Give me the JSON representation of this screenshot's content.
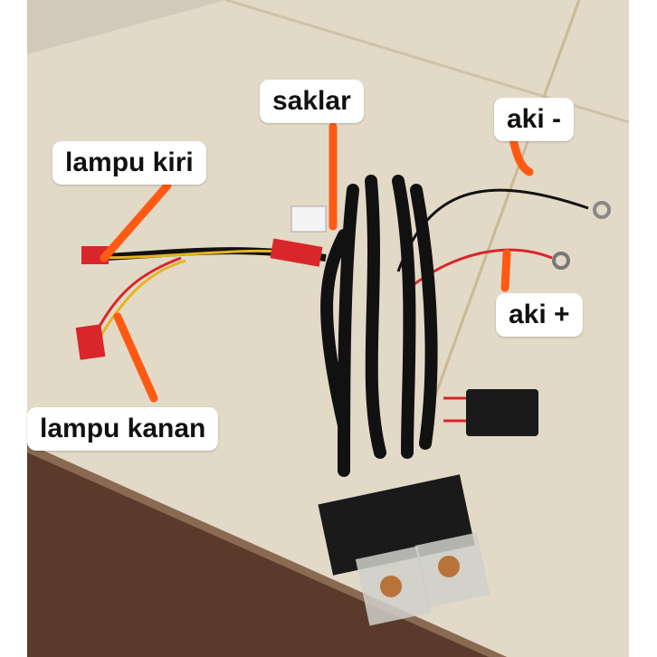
{
  "labels": {
    "saklar": "saklar",
    "aki_minus": "aki -",
    "lampu_kiri": "lampu kiri",
    "aki_plus": "aki +",
    "lampu_kanan": "lampu kanan"
  },
  "colors": {
    "floor_tile": "#e6dccb",
    "wood": "#5a3a2a",
    "marker": "#ff5a14",
    "cable": "#111111",
    "red_wire": "#d8262a"
  }
}
